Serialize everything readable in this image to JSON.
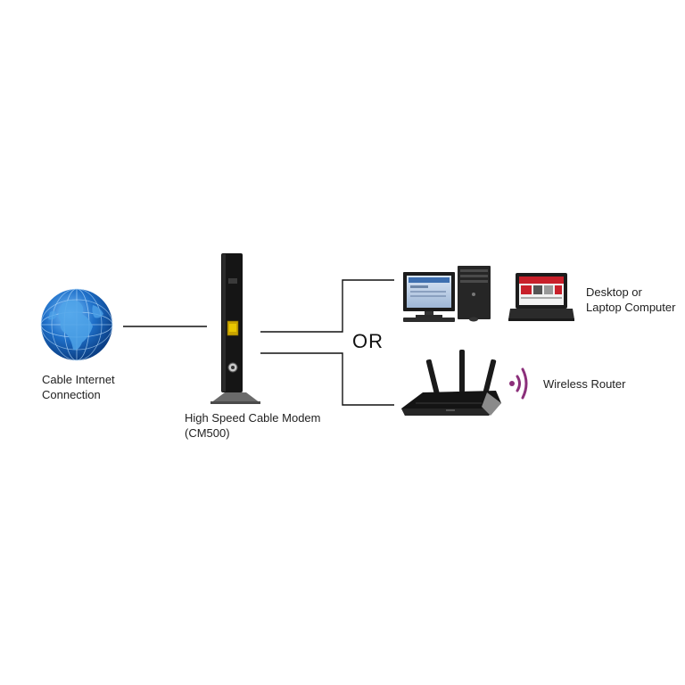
{
  "nodes": {
    "internet": {
      "line1": "Cable Internet",
      "line2": "Connection",
      "icon": "globe-icon"
    },
    "modem": {
      "line1": "High Speed Cable Modem",
      "line2": "(CM500)",
      "icon": "cable-modem-icon"
    },
    "computer": {
      "line1": "Desktop or",
      "line2": "Laptop Computer",
      "icon": "desktop-laptop-icon"
    },
    "router": {
      "line1": "Wireless Router",
      "icon": "wireless-router-icon"
    }
  },
  "connector": {
    "or_text": "OR"
  },
  "colors": {
    "line": "#111111",
    "globe": "#1e6fc8",
    "globe_dark": "#0b3f86",
    "wifi": "#8b2f7a",
    "device": "#1a1a1a",
    "screen_red": "#c8202a"
  }
}
